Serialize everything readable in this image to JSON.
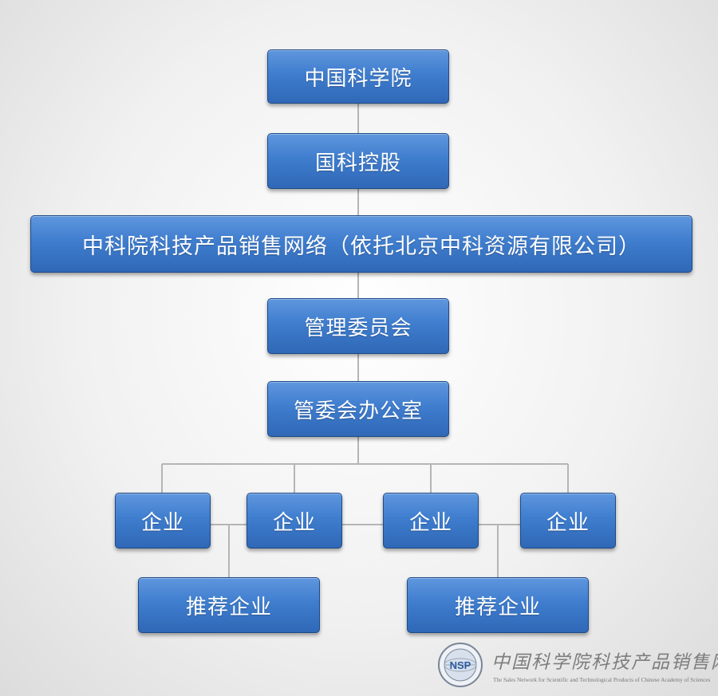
{
  "org_chart": {
    "top": "中国科学院",
    "holding": "国科控股",
    "network": "中科院科技产品销售网络（依托北京中科资源有限公司）",
    "committee": "管理委员会",
    "office": "管委会办公室",
    "enterprises": [
      "企业",
      "企业",
      "企业",
      "企业"
    ],
    "recommended": [
      "推荐企业",
      "推荐企业"
    ]
  },
  "logo": {
    "seal_text": "NSP",
    "name_cn": "中国科学院科技产品销售网络",
    "name_en": "The Sales Network for Scientific and Technological Products of Chinese Academy of Sciences"
  },
  "colors": {
    "node_fill": "#3f7dce",
    "node_border": "#1e4a86",
    "connector": "#b5b5b5"
  }
}
